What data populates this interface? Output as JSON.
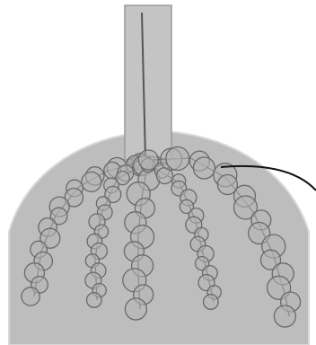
{
  "figure": {
    "colors": {
      "background": "#ffffff",
      "dome_fill": "#bdbdbd",
      "dome_edge": "#d8d8d8",
      "stem_fill": "#c4c4c4",
      "stem_edge": "#9a9a9a",
      "bead_fill": "#b4b4b4",
      "bead_stroke": "#6a6a6a",
      "strand_core": "#5a5a5a",
      "leader_line": "#111111"
    },
    "icons": [
      "stem",
      "dome-backdrop",
      "bead-chain",
      "leader-line"
    ]
  }
}
